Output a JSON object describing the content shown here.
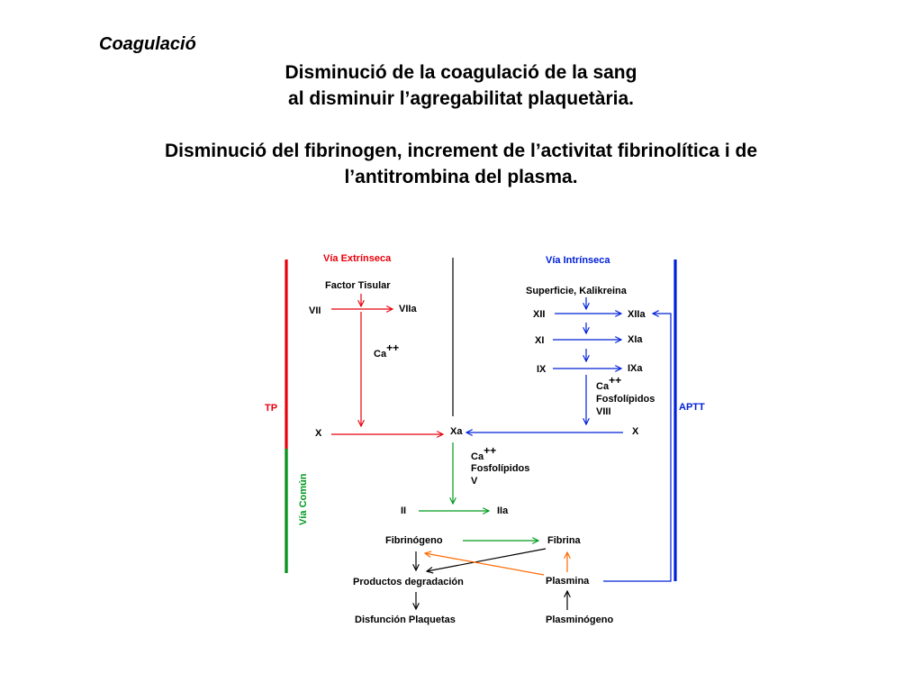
{
  "slide": {
    "heading": "Coagulació",
    "line1": "Disminució de la coagulació de la sang",
    "line2": "al disminuir l’agregabilitat plaquetària.",
    "line3": "Disminució del fibrinogen, increment de l’activitat fibrinolítica i de",
    "line4": "l’antitrombina del plasma."
  },
  "colors": {
    "extrinsic": "#e8000b",
    "intrinsic": "#0020d8",
    "common": "#009a1f",
    "fibrinolysis": "#ff6a00",
    "black": "#000000"
  },
  "diagram": {
    "extrinsic": {
      "title": "Vía Extrínseca",
      "tissue_factor": "Factor Tisular",
      "vii": "VII",
      "viia": "VIIa",
      "ca": "Ca",
      "ca_sup": "++",
      "tp": "TP",
      "x": "X"
    },
    "intrinsic": {
      "title": "Vía Intrínseca",
      "surface": "Superficie, Kalikreina",
      "xii": "XII",
      "xiia": "XIIa",
      "xi": "XI",
      "xia": "XIa",
      "ix": "IX",
      "ixa": "IXa",
      "ca": "Ca",
      "ca_sup": "++",
      "phospholipids": "Fosfolípidos",
      "viii": "VIII",
      "aptt": "APTT",
      "x": "X"
    },
    "common": {
      "label": "Vía Común",
      "xa": "Xa",
      "ca": "Ca",
      "ca_sup": "++",
      "phospholipids": "Fosfolípidos",
      "v": "V",
      "ii": "II",
      "iia": "IIa",
      "fibrinogen": "Fibrinógeno",
      "fibrin": "Fibrina",
      "degradation_products": "Productos degradación",
      "platelet_dysfunction": "Disfunción Plaquetas",
      "plasmin": "Plasmina",
      "plasminogen": "Plasminógeno"
    }
  }
}
